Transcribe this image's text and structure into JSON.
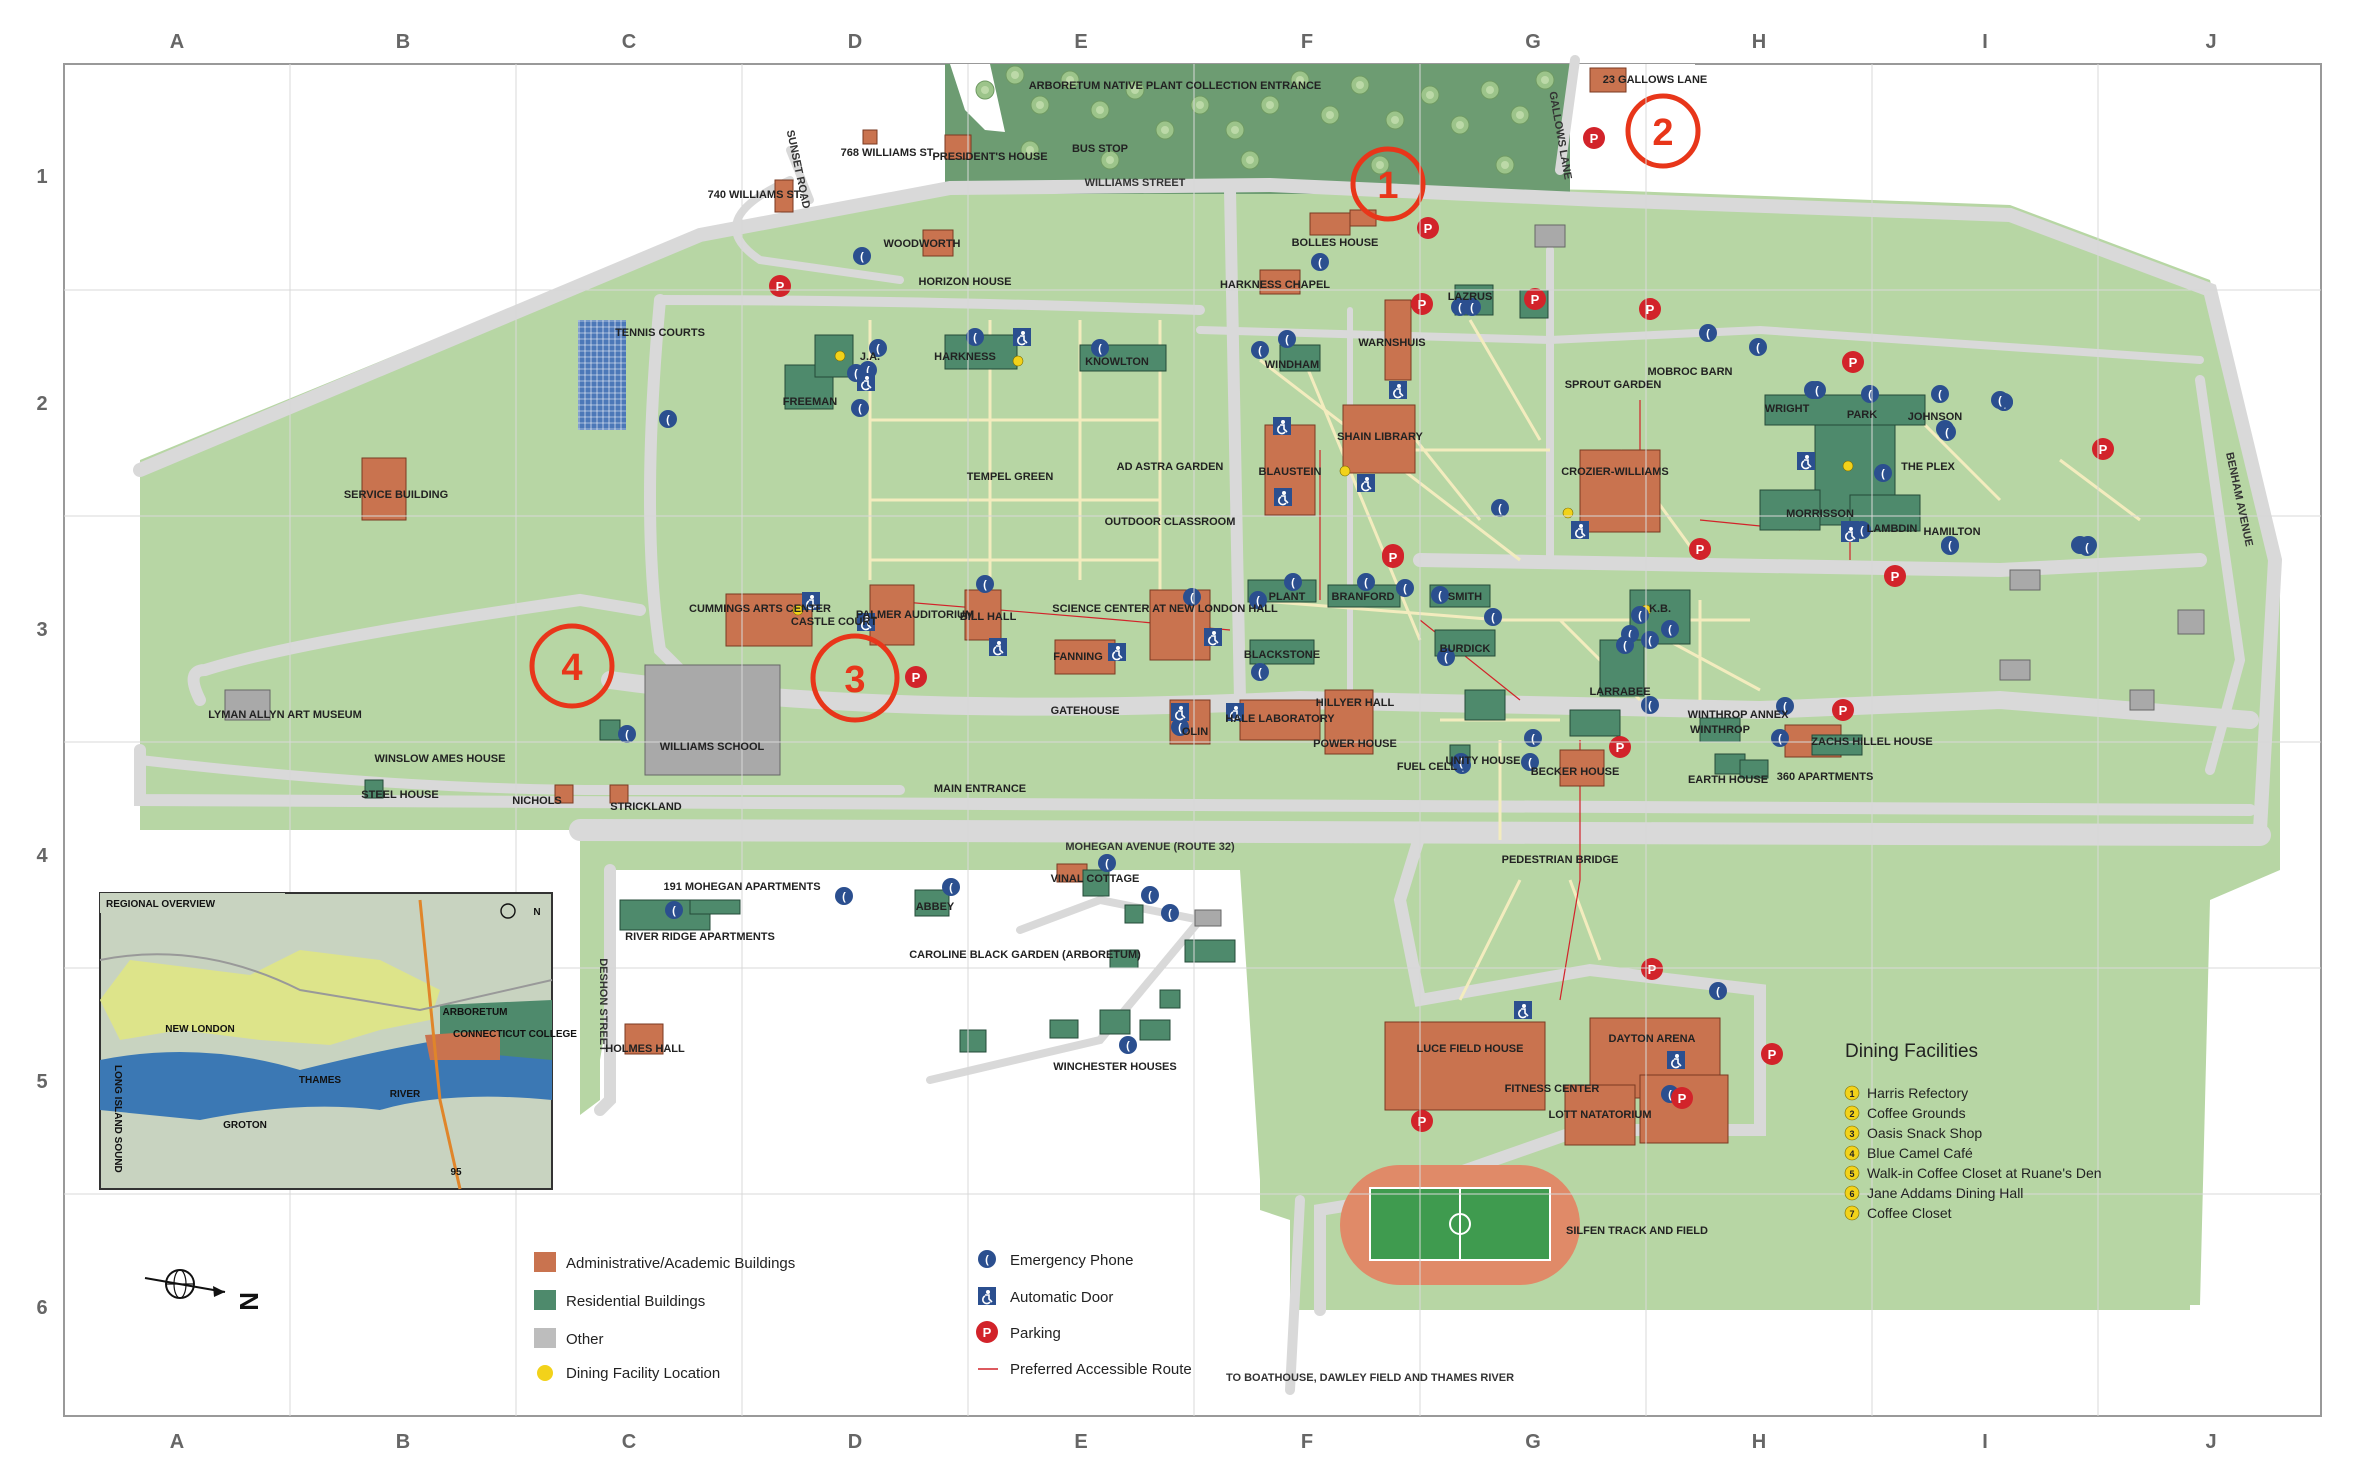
{
  "grid": {
    "columns": [
      "A",
      "B",
      "C",
      "D",
      "E",
      "F",
      "G",
      "H",
      "I",
      "J"
    ],
    "rows": [
      "1",
      "2",
      "3",
      "4",
      "5",
      "6"
    ]
  },
  "colors": {
    "campus_green": "#b7d6a4",
    "road": "#d9d9d9",
    "admin_building": "#c9734f",
    "residential_building": "#4e8a6c",
    "other_building": "#a9a9a9",
    "dining": "#f2d21a",
    "callout": "#e8361a",
    "phone": "#2b4f8f",
    "parking": "#d2232a"
  },
  "callouts": [
    "1",
    "2",
    "3",
    "4"
  ],
  "roads": {
    "williams_street": "WILLIAMS STREET",
    "mohegan_avenue": "MOHEGAN AVENUE (ROUTE 32)",
    "sunset_road": "SUNSET ROAD",
    "gallows_lane": "GALLOWS LANE",
    "benham_avenue": "BENHAM AVENUE",
    "deshon_street": "DESHON STREET",
    "boathouse": "TO BOATHOUSE, DAWLEY FIELD AND THAMES RIVER"
  },
  "labels": {
    "arboretum_entrance": "ARBORETUM NATIVE PLANT COLLECTION ENTRANCE",
    "gallows_23": "23 GALLOWS LANE",
    "williams_768": "768 WILLIAMS ST.",
    "williams_740": "740 WILLIAMS ST.",
    "presidents_house": "PRESIDENT'S HOUSE",
    "bus_stop": "BUS STOP",
    "woodworth": "WOODWORTH",
    "horizon_house": "HORIZON HOUSE",
    "bolles_house": "BOLLES HOUSE",
    "harkness_chapel": "HARKNESS CHAPEL",
    "lazrus": "LAZRUS",
    "tennis_courts": "TENNIS COURTS",
    "ja": "J.A.",
    "harkness": "HARKNESS",
    "knowlton": "KNOWLTON",
    "windham": "WINDHAM",
    "warnshuis": "WARNSHUIS",
    "sprout_garden": "SPROUT GARDEN",
    "mobroc_barn": "MOBROC BARN",
    "freeman": "FREEMAN",
    "service_building": "SERVICE BUILDING",
    "tempel_green": "TEMPEL GREEN",
    "ad_astra_garden": "AD ASTRA GARDEN",
    "shain_library": "SHAIN LIBRARY",
    "blaustein": "BLAUSTEIN",
    "crozier_williams": "CROZIER-WILLIAMS",
    "wright": "WRIGHT",
    "park": "PARK",
    "johnson": "JOHNSON",
    "the_plex": "THE PLEX",
    "morrisson": "MORRISSON",
    "lambdin": "LAMBDIN",
    "hamilton": "HAMILTON",
    "outdoor_classroom": "OUTDOOR CLASSROOM",
    "cummings": "CUMMINGS ARTS CENTER",
    "castle_court": "CASTLE COURT",
    "palmer_auditorium": "PALMER AUDITORIUM",
    "bill_hall": "BILL HALL",
    "science_center": "SCIENCE CENTER AT NEW LONDON HALL",
    "plant": "PLANT",
    "branford": "BRANFORD",
    "smith": "SMITH",
    "burdick": "BURDICK",
    "kb": "K.B.",
    "larrabee": "LARRABEE",
    "fanning": "FANNING",
    "blackstone": "BLACKSTONE",
    "lyman_allyn": "LYMAN ALLYN ART MUSEUM",
    "williams_school": "WILLIAMS SCHOOL",
    "gatehouse": "GATEHOUSE",
    "olin": "OLIN",
    "hale_laboratory": "HALE LABORATORY",
    "hillyer_hall": "HILLYER HALL",
    "power_house": "POWER HOUSE",
    "fuel_cell": "FUEL CELL",
    "unity_house": "UNITY HOUSE",
    "becker_house": "BECKER HOUSE",
    "winthrop": "WINTHROP",
    "winthrop_annex": "WINTHROP ANNEX",
    "zachs_hillel": "ZACHS HILLEL HOUSE",
    "earth_house": "EARTH HOUSE",
    "apartments_360": "360 APARTMENTS",
    "winslow_ames": "WINSLOW AMES HOUSE",
    "steel_house": "STEEL HOUSE",
    "nichols": "NICHOLS",
    "strickland": "STRICKLAND",
    "main_entrance": "MAIN ENTRANCE",
    "pedestrian_bridge": "PEDESTRIAN BRIDGE",
    "mohegan_191": "191 MOHEGAN APARTMENTS",
    "abbey": "ABBEY",
    "vinal_cottage": "VINAL COTTAGE",
    "river_ridge": "RIVER RIDGE APARTMENTS",
    "caroline_black": "CAROLINE BLACK GARDEN (ARBORETUM)",
    "winchester_houses": "WINCHESTER HOUSES",
    "holmes_hall": "HOLMES HALL",
    "luce_field_house": "LUCE FIELD HOUSE",
    "dayton_arena": "DAYTON ARENA",
    "fitness_center": "FITNESS CENTER",
    "lott_natatorium": "LOTT NATATORIUM",
    "silfen_track": "SILFEN TRACK AND FIELD"
  },
  "inset": {
    "title": "REGIONAL OVERVIEW",
    "arboretum": "ARBORETUM",
    "college": "CONNECTICUT COLLEGE",
    "new_london": "NEW LONDON",
    "groton": "GROTON",
    "thames": "THAMES",
    "river": "RIVER",
    "long_island_sound": "LONG ISLAND SOUND",
    "interstate": "95",
    "north": "N"
  },
  "legend": {
    "admin": "Administrative/Academic Buildings",
    "residential": "Residential Buildings",
    "other": "Other",
    "dining_location": "Dining Facility Location",
    "emergency_phone": "Emergency Phone",
    "automatic_door": "Automatic Door",
    "parking": "Parking",
    "accessible_route": "Preferred Accessible Route",
    "north": "N"
  },
  "dining": {
    "title": "Dining Facilities",
    "items": [
      {
        "num": "1",
        "name": "Harris Refectory"
      },
      {
        "num": "2",
        "name": "Coffee Grounds"
      },
      {
        "num": "3",
        "name": "Oasis Snack Shop"
      },
      {
        "num": "4",
        "name": "Blue Camel Café"
      },
      {
        "num": "5",
        "name": "Walk-in Coffee Closet at Ruane's Den"
      },
      {
        "num": "6",
        "name": "Jane Addams Dining Hall"
      },
      {
        "num": "7",
        "name": "Coffee Closet"
      }
    ]
  },
  "icons": [
    "emergency-phone-icon",
    "automatic-door-icon",
    "parking-icon",
    "compass-icon"
  ]
}
